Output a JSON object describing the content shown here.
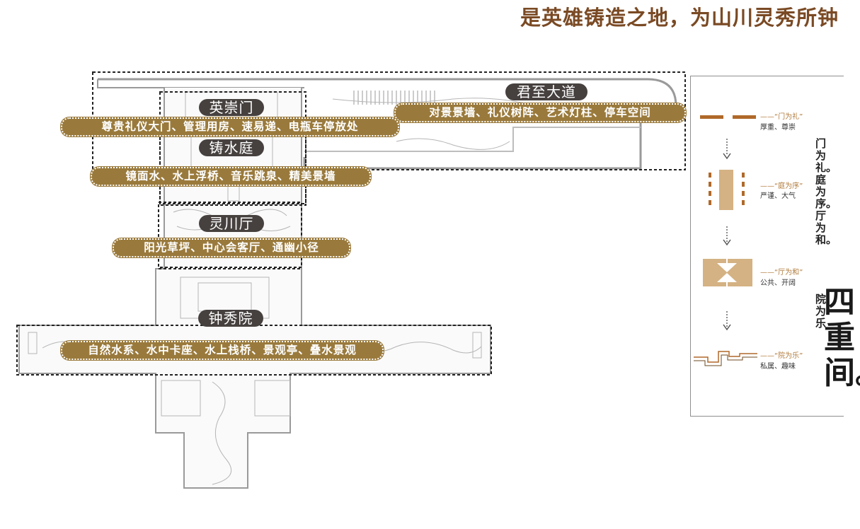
{
  "headline": "是英雄铸造之地，为山川灵秀所钟",
  "zones": {
    "junzhi": {
      "name": "君至大道",
      "features": "对景景墙、礼仪树阵、艺术灯柱、停车空间"
    },
    "yingchong": {
      "name": "英崇门",
      "features": "尊贵礼仪大门、管理用房、速易递、电瓶车停放处"
    },
    "zhushui": {
      "name": "铸水庭",
      "features": "镜面水、水上浮桥、音乐跳泉、精美景墙"
    },
    "lingchuan": {
      "name": "灵川厅",
      "features": "阳光草坪、中心会客厅、通幽小径"
    },
    "zhongxiu": {
      "name": "钟秀院",
      "features": "自然水系、水中卡座、水上栈桥、景观亭、叠水景观"
    }
  },
  "legend": {
    "items": [
      {
        "tag": "——“门为礼”",
        "desc": "厚重、尊崇"
      },
      {
        "tag": "——“庭为序”",
        "desc": "严谨、大气"
      },
      {
        "tag": "——“厅为和”",
        "desc": "公共、开阔"
      },
      {
        "tag": "——“院为乐”",
        "desc": "私属、趣味"
      }
    ],
    "vertical_col1": "门为礼。庭为序。厅为和。",
    "vertical_col2": "院为乐",
    "title": "四重间。"
  },
  "colors": {
    "headline": "#7a4a24",
    "label_bg": "#46413f",
    "feature_bg": "#9a7a3c",
    "legend_accent": "#b0692a",
    "legend_fill": "#d4b283"
  }
}
